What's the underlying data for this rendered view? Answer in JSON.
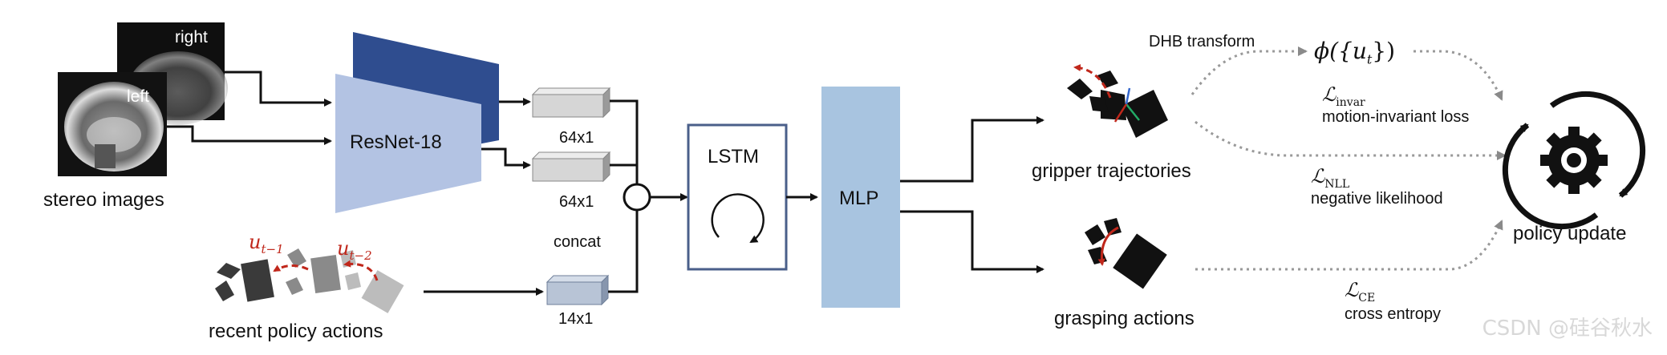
{
  "inputs": {
    "stereo_caption": "stereo images",
    "right_label": "right",
    "left_label": "left",
    "actions_caption": "recent policy actions",
    "u_t1": "u",
    "u_t1_sub": "t−1",
    "u_t2": "u",
    "u_t2_sub": "t−2"
  },
  "encoder": {
    "label": "ResNet-18"
  },
  "features": {
    "top_dim": "64x1",
    "bottom_dim": "64x1",
    "action_dim": "14x1",
    "concat_label": "concat"
  },
  "lstm": {
    "label": "LSTM"
  },
  "mlp": {
    "label": "MLP"
  },
  "outputs": {
    "trajectories": "gripper trajectories",
    "grasping": "grasping actions"
  },
  "losses": {
    "dhb_label": "DHB transform",
    "phi": "ϕ({u",
    "phi_sub": "t",
    "phi_close": "})",
    "invar_L": "ℒ",
    "invar_sub": "invar",
    "invar_text": "motion-invariant loss",
    "nll_L": "ℒ",
    "nll_sub": "NLL",
    "nll_text": "negative likelihood",
    "ce_L": "ℒ",
    "ce_sub": "CE",
    "ce_text": "cross entropy"
  },
  "policy": {
    "label": "policy update"
  },
  "watermark": "CSDN @硅谷秋水",
  "colors": {
    "resnet_front": "#b3c3e3",
    "resnet_back": "#2f4d8f",
    "lstm_border": "#4a5f8a",
    "mlp_fill": "#a8c4e0",
    "feature_gray": "#d6d6d6",
    "feature_blue": "#b8c4d6",
    "arrow": "#111111",
    "dotted": "#999999",
    "red_accent": "#c0271b"
  }
}
